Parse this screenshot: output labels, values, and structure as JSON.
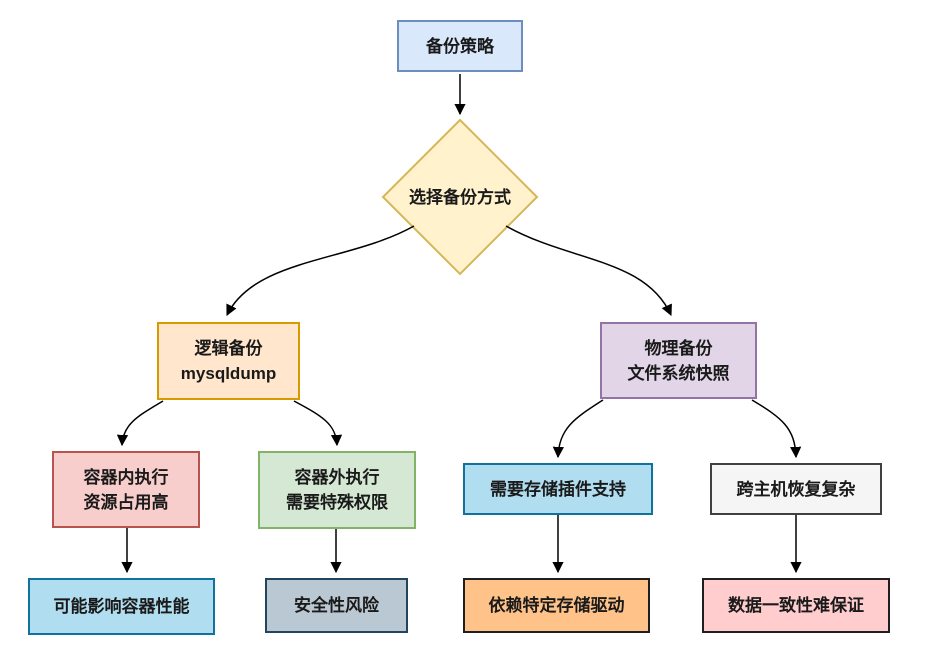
{
  "diagram": {
    "title": "backup-strategy-flowchart",
    "background": "#ffffff",
    "nodes": {
      "backup_strategy": {
        "label": "备份策略",
        "shape": "rect",
        "fill": "#dae8fc",
        "stroke": "#6c8ebf"
      },
      "choose_method": {
        "label": "选择备份方式",
        "shape": "diamond",
        "fill": "#fff2cc",
        "stroke": "#d6b656"
      },
      "logical_backup": {
        "lines": [
          "逻辑备份",
          "mysqldump"
        ],
        "shape": "rect",
        "fill": "#ffe6cc",
        "stroke": "#d79b00"
      },
      "physical_backup": {
        "lines": [
          "物理备份",
          "文件系统快照"
        ],
        "shape": "rect",
        "fill": "#e1d5e7",
        "stroke": "#9673a6"
      },
      "in_container": {
        "lines": [
          "容器内执行",
          "资源占用高"
        ],
        "shape": "rect",
        "fill": "#f8cecc",
        "stroke": "#b85450"
      },
      "out_container": {
        "lines": [
          "容器外执行",
          "需要特殊权限"
        ],
        "shape": "rect",
        "fill": "#d5e8d4",
        "stroke": "#82b366"
      },
      "storage_plugin": {
        "label": "需要存储插件支持",
        "shape": "rect",
        "fill": "#b1ddf0",
        "stroke": "#10739e"
      },
      "cross_host": {
        "label": "跨主机恢复复杂",
        "shape": "rect",
        "fill": "#f5f5f5",
        "stroke": "#404040"
      },
      "perf_impact": {
        "label": "可能影响容器性能",
        "shape": "rect",
        "fill": "#b1ddf0",
        "stroke": "#10739e"
      },
      "security_risk": {
        "label": "安全性风险",
        "shape": "rect",
        "fill": "#bac8d3",
        "stroke": "#23445d"
      },
      "storage_driver": {
        "label": "依赖特定存储驱动",
        "shape": "rect",
        "fill": "#ffc38a",
        "stroke": "#1f1f1f"
      },
      "data_consistency": {
        "label": "数据一致性难保证",
        "shape": "rect",
        "fill": "#ffcdcd",
        "stroke": "#1f1f1f"
      }
    },
    "edges": [
      {
        "from": "backup_strategy",
        "to": "choose_method"
      },
      {
        "from": "choose_method",
        "to": "logical_backup"
      },
      {
        "from": "choose_method",
        "to": "physical_backup"
      },
      {
        "from": "logical_backup",
        "to": "in_container"
      },
      {
        "from": "logical_backup",
        "to": "out_container"
      },
      {
        "from": "physical_backup",
        "to": "storage_plugin"
      },
      {
        "from": "physical_backup",
        "to": "cross_host"
      },
      {
        "from": "in_container",
        "to": "perf_impact"
      },
      {
        "from": "out_container",
        "to": "security_risk"
      },
      {
        "from": "storage_plugin",
        "to": "storage_driver"
      },
      {
        "from": "cross_host",
        "to": "data_consistency"
      }
    ]
  }
}
